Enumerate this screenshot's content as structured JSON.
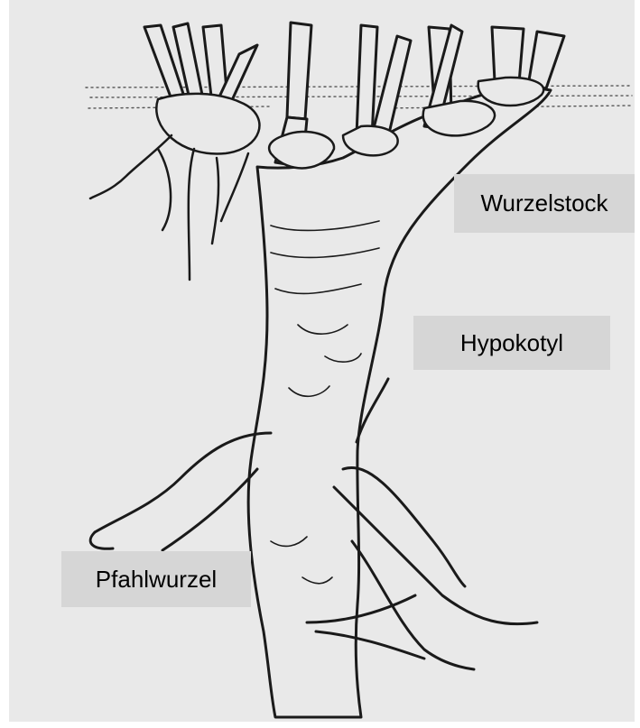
{
  "labels": {
    "rhizome": "Wurzelstock",
    "hypocotyl": "Hypokotyl",
    "taproot": "Pfahlwurzel"
  },
  "colors": {
    "background": "#e9e9e9",
    "label_bg": "#d6d6d6",
    "ink": "#1a1a1a"
  }
}
